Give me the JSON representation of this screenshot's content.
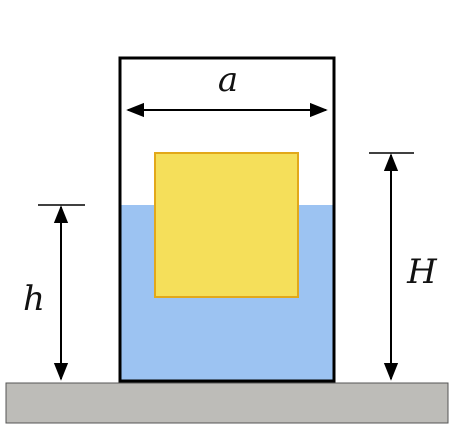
{
  "labels": {
    "width": "a",
    "water_height": "h",
    "container_height": "H"
  },
  "colors": {
    "ground": "#bdbcb8",
    "water": "#9cc3f2",
    "block_fill": "#f5df5a",
    "block_stroke": "#e2a81a",
    "outline": "#000000"
  }
}
